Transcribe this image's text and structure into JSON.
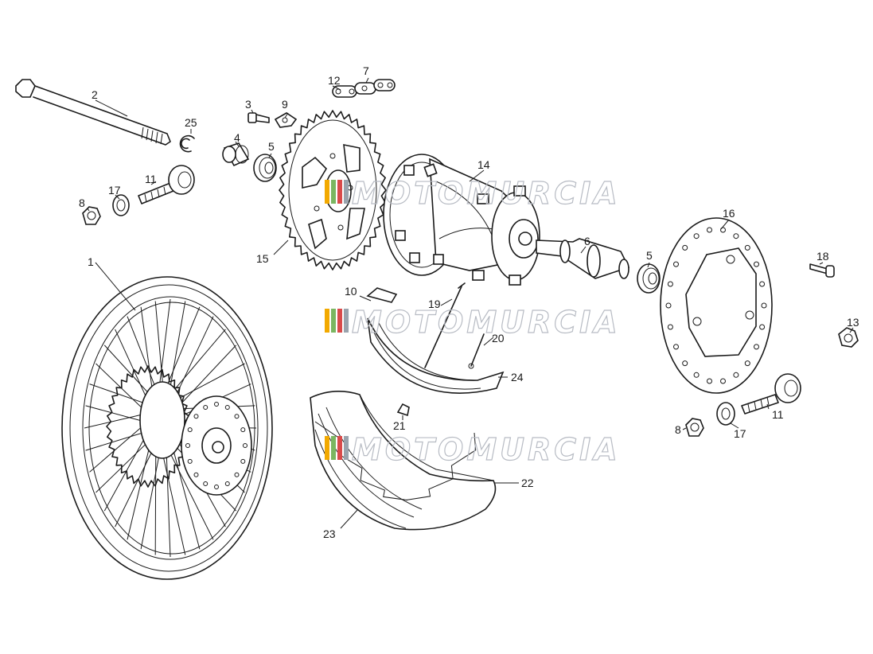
{
  "diagram": {
    "callouts": [
      {
        "id": "1",
        "label": "1"
      },
      {
        "id": "2",
        "label": "2"
      },
      {
        "id": "3",
        "label": "3"
      },
      {
        "id": "4",
        "label": "4"
      },
      {
        "id": "5a",
        "label": "5"
      },
      {
        "id": "5b",
        "label": "5"
      },
      {
        "id": "6",
        "label": "6"
      },
      {
        "id": "7",
        "label": "7"
      },
      {
        "id": "8a",
        "label": "8"
      },
      {
        "id": "8b",
        "label": "8"
      },
      {
        "id": "9",
        "label": "9"
      },
      {
        "id": "10",
        "label": "10"
      },
      {
        "id": "11a",
        "label": "11"
      },
      {
        "id": "11b",
        "label": "11"
      },
      {
        "id": "12",
        "label": "12"
      },
      {
        "id": "13",
        "label": "13"
      },
      {
        "id": "14",
        "label": "14"
      },
      {
        "id": "15",
        "label": "15"
      },
      {
        "id": "16",
        "label": "16"
      },
      {
        "id": "17a",
        "label": "17"
      },
      {
        "id": "17b",
        "label": "17"
      },
      {
        "id": "18",
        "label": "18"
      },
      {
        "id": "19",
        "label": "19"
      },
      {
        "id": "20",
        "label": "20"
      },
      {
        "id": "21",
        "label": "21"
      },
      {
        "id": "22",
        "label": "22"
      },
      {
        "id": "23",
        "label": "23"
      },
      {
        "id": "24",
        "label": "24"
      },
      {
        "id": "25",
        "label": "25"
      }
    ],
    "watermark": {
      "text": "MOTOMURCIA",
      "stroke_color": "#b8bcc4",
      "stripe_colors": [
        "#f2a900",
        "#7bb661",
        "#d94a4a",
        "#9aa3ad"
      ]
    }
  }
}
